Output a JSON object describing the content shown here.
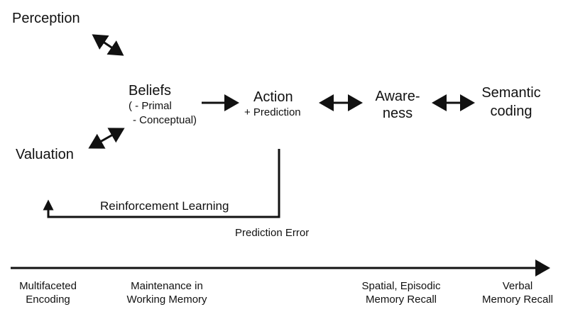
{
  "nodes": {
    "perception": "Perception",
    "valuation": "Valuation",
    "beliefs": {
      "title": "Beliefs",
      "line1": "( - Primal",
      "line2": "- Conceptual)"
    },
    "action": {
      "title": "Action",
      "sub": "+ Prediction"
    },
    "awareness": {
      "line1": "Aware-",
      "line2": "ness"
    },
    "semantic": {
      "line1": "Semantic",
      "line2": "coding"
    }
  },
  "loop": {
    "reinforcement": "Reinforcement Learning",
    "prediction_error": "Prediction Error"
  },
  "timeline": {
    "items": [
      {
        "line1": "Multifaceted",
        "line2": "Encoding"
      },
      {
        "line1": "Maintenance in",
        "line2": "Working Memory"
      },
      {
        "line1": "Spatial, Episodic",
        "line2": "Memory Recall"
      },
      {
        "line1": "Verbal",
        "line2": "Memory Recall"
      }
    ]
  },
  "colors": {
    "ink": "#111111",
    "background": "#ffffff"
  }
}
